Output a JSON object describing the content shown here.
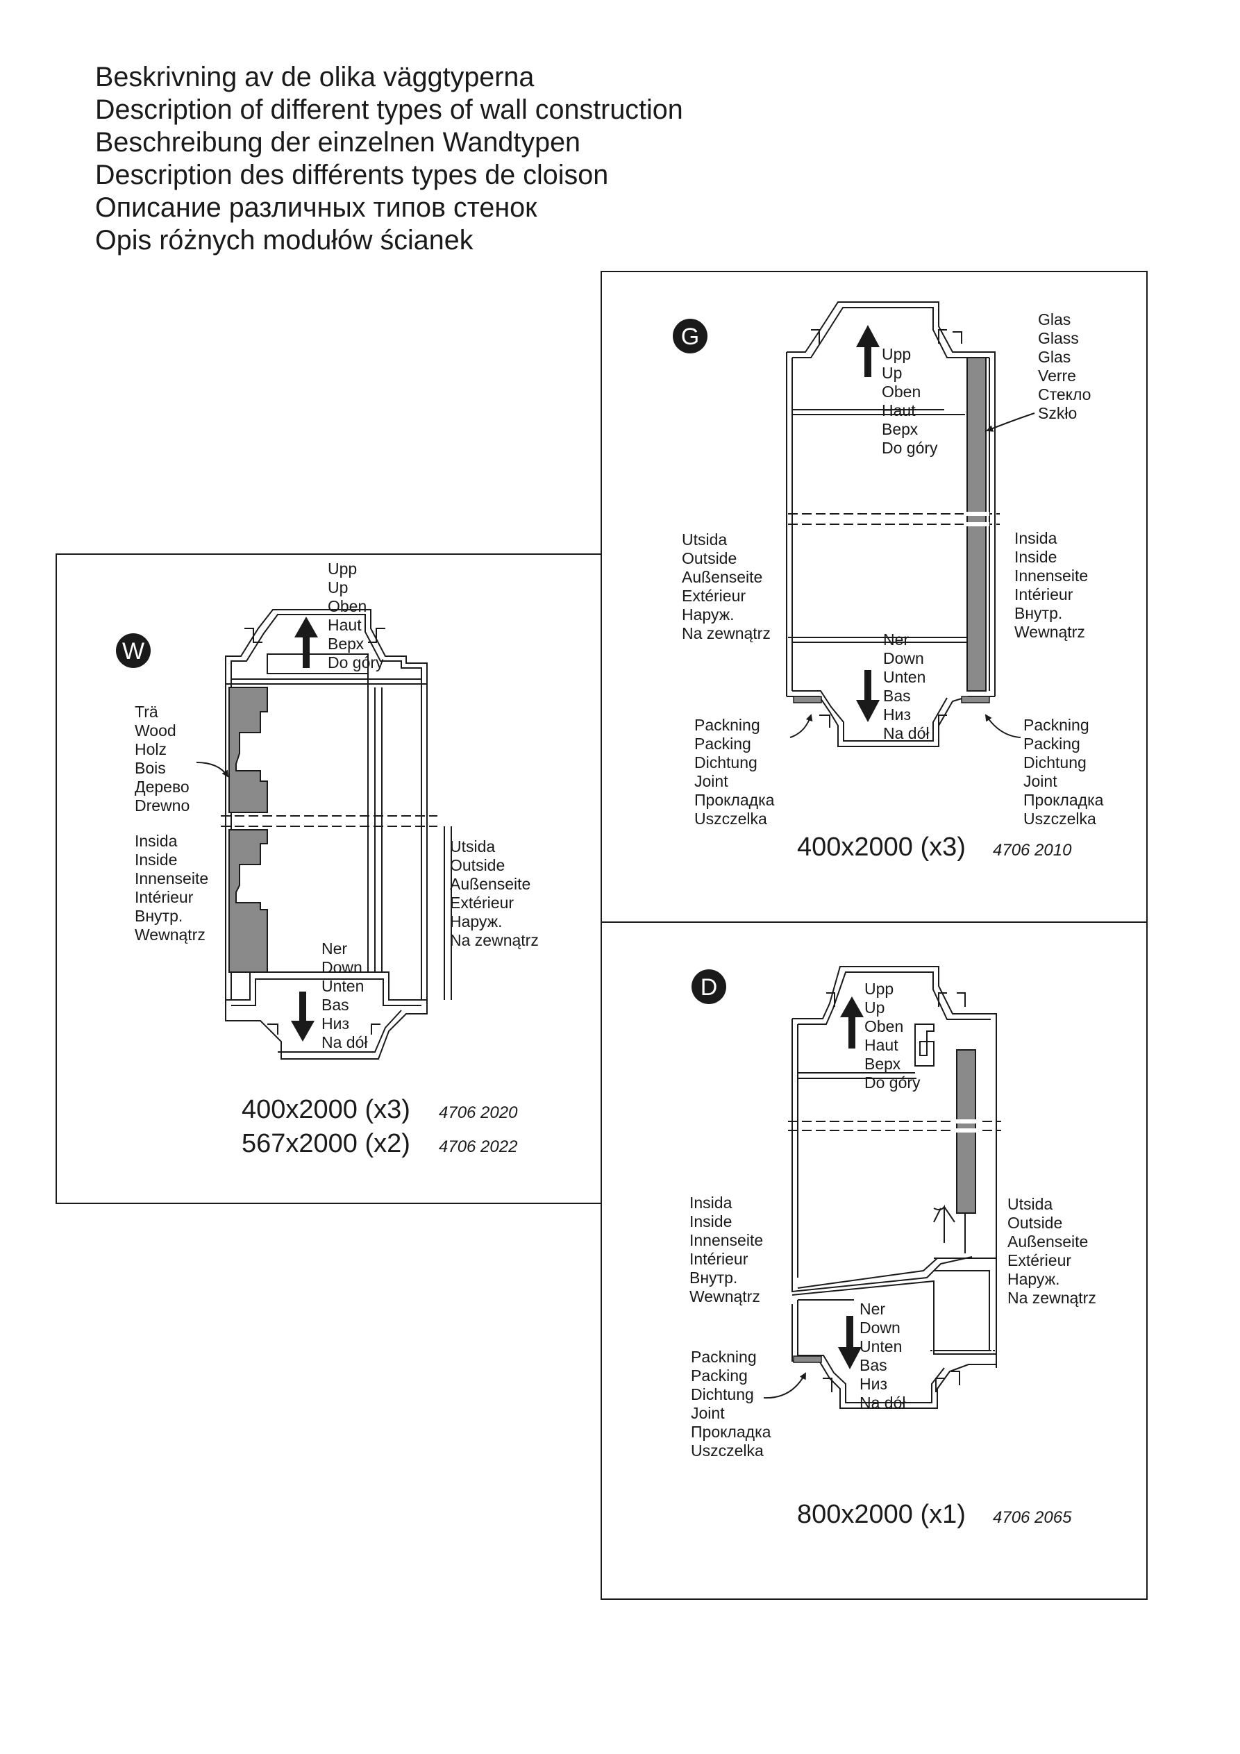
{
  "title_lines": [
    "Beskrivning av de olika väggtyperna",
    "Description of different types of wall construction",
    "Beschreibung der einzelnen Wandtypen",
    "Description des différents types de cloison",
    "Описание различных типов стенок",
    "Opis różnych modułów ścianek"
  ],
  "labels": {
    "up": [
      "Upp",
      "Up",
      "Oben",
      "Haut",
      "Верх",
      "Do góry"
    ],
    "down": [
      "Ner",
      "Down",
      "Unten",
      "Bas",
      "Низ",
      "Na dół"
    ],
    "inside": [
      "Insida",
      "Inside",
      "Innenseite",
      "Intérieur",
      "Внутр.",
      "Wewnątrz"
    ],
    "outside": [
      "Utsida",
      "Outside",
      "Außenseite",
      "Extérieur",
      "Наруж.",
      "Na zewnątrz"
    ],
    "wood": [
      "Trä",
      "Wood",
      "Holz",
      "Bois",
      "Дерево",
      "Drewno"
    ],
    "glass": [
      "Glas",
      "Glass",
      "Glas",
      "Verre",
      "Стекло",
      "Szkło"
    ],
    "packing": [
      "Packning",
      "Packing",
      "Dichtung",
      "Joint",
      "Прокладка",
      "Uszczelka"
    ]
  },
  "panels": {
    "w": {
      "badge": "W",
      "sizes": [
        {
          "size": "400x2000 (x3)",
          "code": "4706 2020"
        },
        {
          "size": "567x2000 (x2)",
          "code": "4706 2022"
        }
      ]
    },
    "g": {
      "badge": "G",
      "sizes": [
        {
          "size": "400x2000 (x3)",
          "code": "4706 2010"
        }
      ]
    },
    "d": {
      "badge": "D",
      "sizes": [
        {
          "size": "800x2000 (x1)",
          "code": "4706 2065"
        }
      ]
    }
  },
  "colors": {
    "fill_gray": "#8a8a8a",
    "line": "#1a1a1a"
  }
}
